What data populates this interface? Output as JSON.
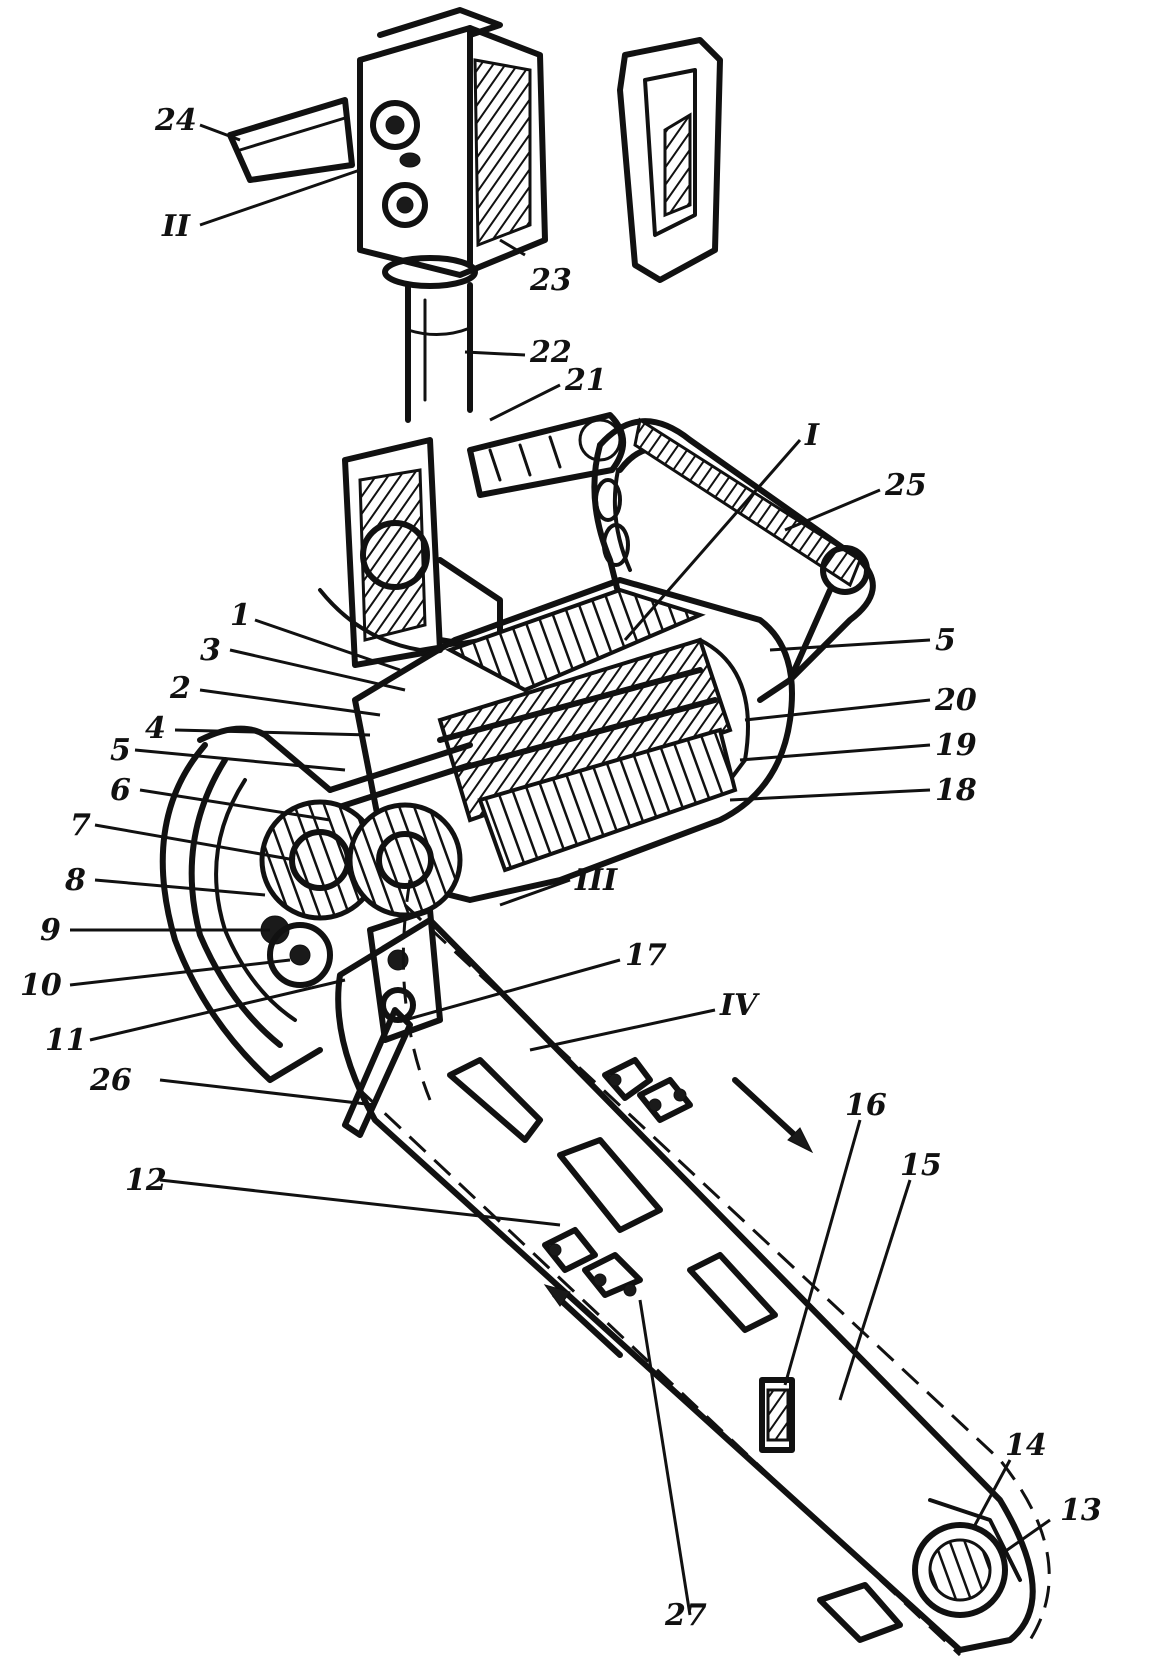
{
  "figure": {
    "callouts": [
      {
        "id": "24",
        "text": "24"
      },
      {
        "id": "II",
        "text": "II"
      },
      {
        "id": "23",
        "text": "23"
      },
      {
        "id": "22",
        "text": "22"
      },
      {
        "id": "21",
        "text": "21"
      },
      {
        "id": "I",
        "text": "I"
      },
      {
        "id": "25",
        "text": "25"
      },
      {
        "id": "1",
        "text": "1"
      },
      {
        "id": "3",
        "text": "3"
      },
      {
        "id": "2",
        "text": "2"
      },
      {
        "id": "4",
        "text": "4"
      },
      {
        "id": "5a",
        "text": "5"
      },
      {
        "id": "6",
        "text": "6"
      },
      {
        "id": "7",
        "text": "7"
      },
      {
        "id": "8",
        "text": "8"
      },
      {
        "id": "9",
        "text": "9"
      },
      {
        "id": "10",
        "text": "10"
      },
      {
        "id": "11",
        "text": "11"
      },
      {
        "id": "5b",
        "text": "5"
      },
      {
        "id": "20",
        "text": "20"
      },
      {
        "id": "19",
        "text": "19"
      },
      {
        "id": "18",
        "text": "18"
      },
      {
        "id": "III",
        "text": "III"
      },
      {
        "id": "17",
        "text": "17"
      },
      {
        "id": "IV",
        "text": "IV"
      },
      {
        "id": "26",
        "text": "26"
      },
      {
        "id": "16",
        "text": "16"
      },
      {
        "id": "15",
        "text": "15"
      },
      {
        "id": "12",
        "text": "12"
      },
      {
        "id": "14",
        "text": "14"
      },
      {
        "id": "13",
        "text": "13"
      },
      {
        "id": "27",
        "text": "27"
      }
    ]
  }
}
